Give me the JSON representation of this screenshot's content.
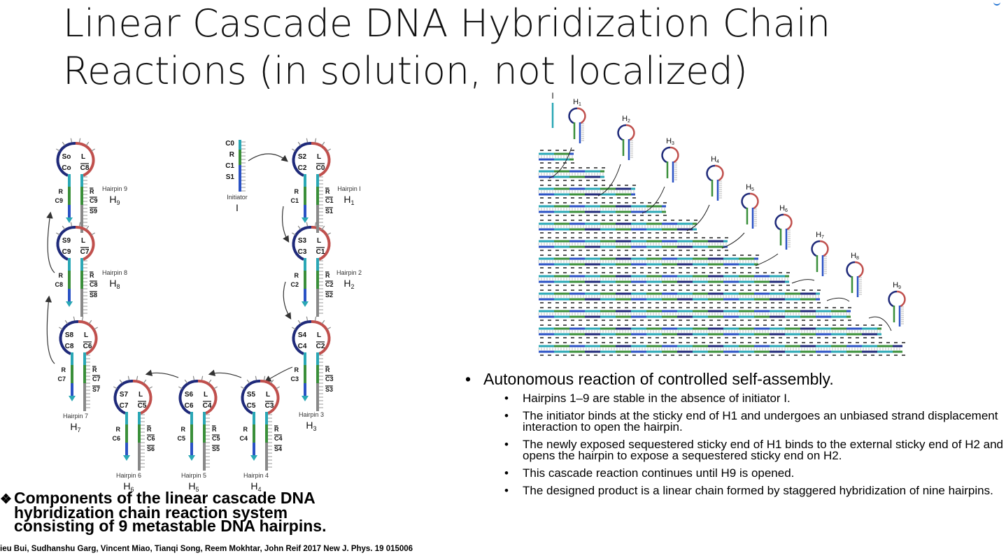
{
  "slide": {
    "title_line1": "Linear Cascade DNA Hybridization Chain",
    "title_line2": "Reactions (in solution, not localized)"
  },
  "left_diagram": {
    "initiator": {
      "labels": [
        "C0",
        "R",
        "C1",
        "S1"
      ],
      "caption": "Initiator",
      "symbol": "I"
    },
    "hairpins": [
      {
        "id": "h9",
        "caption": "Hairpin 9",
        "symbol": "H",
        "sub": "9",
        "loop_left": "So",
        "loop_right": "L",
        "stem_left": "Co",
        "stem_right": "C8",
        "side_left": "C9",
        "mid_left": "R",
        "mid_right": "R",
        "lower_right1": "C9",
        "lower_right2": "S9"
      },
      {
        "id": "h8",
        "caption": "Hairpin 8",
        "symbol": "H",
        "sub": "8",
        "loop_left": "S9",
        "loop_right": "L",
        "stem_left": "C9",
        "stem_right": "C7",
        "side_left": "C8",
        "mid_left": "R",
        "mid_right": "R",
        "lower_right1": "C8",
        "lower_right2": "S8"
      },
      {
        "id": "h7",
        "caption": "Hairpin 7",
        "symbol": "H",
        "sub": "7",
        "loop_left": "S8",
        "loop_right": "L",
        "stem_left": "C8",
        "stem_right": "C6",
        "side_left": "C7",
        "mid_left": "R",
        "mid_right": "R",
        "lower_right1": "C7",
        "lower_right2": "S7"
      },
      {
        "id": "h6",
        "caption": "Hairpin 6",
        "symbol": "H",
        "sub": "6",
        "loop_left": "S7",
        "loop_right": "L",
        "stem_left": "C7",
        "stem_right": "C5",
        "side_left": "C6",
        "mid_left": "R",
        "mid_right": "R",
        "lower_right1": "C6",
        "lower_right2": "S6"
      },
      {
        "id": "h5",
        "caption": "Hairpin 5",
        "symbol": "H",
        "sub": "5",
        "loop_left": "S6",
        "loop_right": "L",
        "stem_left": "C6",
        "stem_right": "C4",
        "side_left": "C5",
        "mid_left": "R",
        "mid_right": "R",
        "lower_right1": "C5",
        "lower_right2": "S5"
      },
      {
        "id": "h4",
        "caption": "Hairpin 4",
        "symbol": "H",
        "sub": "4",
        "loop_left": "S5",
        "loop_right": "L",
        "stem_left": "C5",
        "stem_right": "C3",
        "side_left": "C4",
        "mid_left": "R",
        "mid_right": "R",
        "lower_right1": "C4",
        "lower_right2": "S4"
      },
      {
        "id": "h3",
        "caption": "Hairpin 3",
        "symbol": "H",
        "sub": "3",
        "loop_left": "S4",
        "loop_right": "L",
        "stem_left": "C4",
        "stem_right": "C2",
        "side_left": "C3",
        "mid_left": "R",
        "mid_right": "R",
        "lower_right1": "C3",
        "lower_right2": "S3"
      },
      {
        "id": "h2",
        "caption": "Hairpin 2",
        "symbol": "H",
        "sub": "2",
        "loop_left": "S3",
        "loop_right": "L",
        "stem_left": "C3",
        "stem_right": "C1",
        "side_left": "C2",
        "mid_left": "R",
        "mid_right": "R",
        "lower_right1": "C2",
        "lower_right2": "S2"
      },
      {
        "id": "h1",
        "caption": "Hairpin I",
        "symbol": "H",
        "sub": "1",
        "loop_left": "S2",
        "loop_right": "L",
        "stem_left": "C2",
        "stem_right": "C0",
        "side_left": "C1",
        "mid_left": "R",
        "mid_right": "R",
        "lower_right1": "C1",
        "lower_right2": "S1"
      }
    ]
  },
  "right_diagram": {
    "initiator_label": "I",
    "hairpin_labels": [
      {
        "symbol": "H",
        "sub": "1"
      },
      {
        "symbol": "H",
        "sub": "2"
      },
      {
        "symbol": "H",
        "sub": "3"
      },
      {
        "symbol": "H",
        "sub": "4"
      },
      {
        "symbol": "H",
        "sub": "5"
      },
      {
        "symbol": "H",
        "sub": "6"
      },
      {
        "symbol": "H",
        "sub": "7"
      },
      {
        "symbol": "H",
        "sub": "8"
      },
      {
        "symbol": "H",
        "sub": "9"
      }
    ]
  },
  "caption": {
    "bullet": "❖",
    "line1": "Components of the linear cascade DNA",
    "line2": "hybridization chain reaction system",
    "line3": "consisting of 9 metastable DNA hairpins."
  },
  "citation": "ieu Bui, Sudhanshu Garg, Vincent Miao, Tianqi Song, Reem Mokhtar, John Reif 2017 New J. Phys. 19 015006",
  "bullets": {
    "main": "Autonomous reaction of controlled self-assembly.",
    "subs": [
      "Hairpins 1–9 are stable in the absence of initiator I.",
      "The initiator binds at the sticky end of H1 and undergoes an unbiased strand displacement interaction to open the hairpin.",
      "The newly exposed sequestered sticky end of H1 binds to the external sticky end of H2 and opens the hairpin to expose a sequestered sticky end on H2.",
      "This cascade reaction continues until H9 is opened.",
      "The designed product is a linear chain formed by staggered hybridization of nine hairpins."
    ]
  },
  "colors": {
    "loop_red": "#c0504d",
    "loop_navy": "#1f2a7a",
    "teal": "#2aa7b5",
    "green": "#3a8f3a",
    "blue": "#2a52c4",
    "grey": "#888888"
  }
}
